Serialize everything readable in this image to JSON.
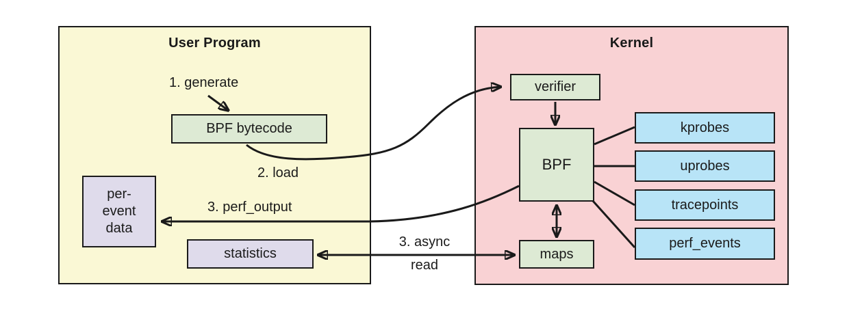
{
  "diagram": {
    "user_program": {
      "title": "User Program"
    },
    "kernel": {
      "title": "Kernel"
    },
    "nodes": {
      "bpf_bytecode": {
        "label": "BPF bytecode"
      },
      "per_event_data": {
        "lines": [
          "per-",
          "event",
          "data"
        ]
      },
      "statistics": {
        "label": "statistics"
      },
      "verifier": {
        "label": "verifier"
      },
      "bpf": {
        "label": "BPF"
      },
      "maps": {
        "label": "maps"
      },
      "kprobes": {
        "label": "kprobes"
      },
      "uprobes": {
        "label": "uprobes"
      },
      "tracepoints": {
        "label": "tracepoints"
      },
      "perf_events": {
        "label": "perf_events"
      }
    },
    "labels": {
      "generate": "1. generate",
      "load": "2. load",
      "perf_output": "3. perf_output",
      "async_read_line1": "3. async",
      "async_read_line2": "read"
    },
    "colors": {
      "user_program_fill": "#faf8d5",
      "kernel_fill": "#f9d2d4",
      "green_node_fill": "#ddead4",
      "blue_node_fill": "#b8e4f7",
      "lavender_node_fill": "#dfdbeb",
      "line_and_border": "#1a1a1a"
    }
  }
}
